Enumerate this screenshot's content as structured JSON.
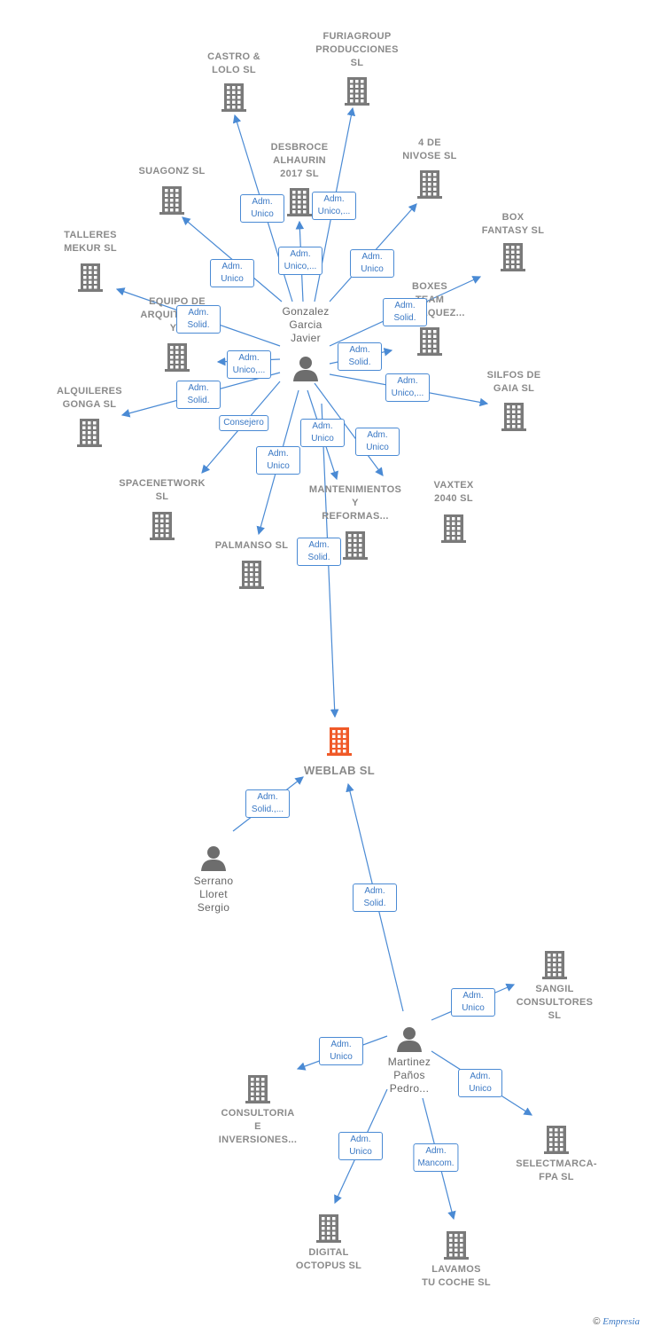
{
  "main_company": {
    "name": "WEBLAB  SL",
    "color": "#f05a28"
  },
  "people": [
    {
      "id": "gonzalez",
      "name": "Gonzalez\nGarcia\nJavier"
    },
    {
      "id": "serrano",
      "name": "Serrano\nLloret\nSergio"
    },
    {
      "id": "martinez",
      "name": "Martinez\nPaños\nPedro..."
    }
  ],
  "companies": [
    {
      "id": "castro",
      "name": "CASTRO &\nLOLO SL"
    },
    {
      "id": "furia",
      "name": "FURIAGROUP\nPRODUCCIONES\nSL"
    },
    {
      "id": "desbroce",
      "name": "DESBROCE\nALHAURIN\n2017  SL"
    },
    {
      "id": "nivose",
      "name": "4 DE\nNIVOSE SL"
    },
    {
      "id": "suagonz",
      "name": "SUAGONZ  SL"
    },
    {
      "id": "boxfantasy",
      "name": "BOX\nFANTASY  SL"
    },
    {
      "id": "talleres",
      "name": "TALLERES\nMEKUR  SL"
    },
    {
      "id": "boxes",
      "name": "BOXES\nTEAM\nVELAZQUEZ..."
    },
    {
      "id": "equipo",
      "name": "EQUIPO DE\nARQUITECTOS\nY..."
    },
    {
      "id": "silfos",
      "name": "SILFOS DE\nGAIA  SL"
    },
    {
      "id": "alquileres",
      "name": "ALQUILERES\nGONGA  SL"
    },
    {
      "id": "spacenet",
      "name": "SPACENETWORK\nSL"
    },
    {
      "id": "mant",
      "name": "MANTENIMIENTOS\nY\nREFORMAS..."
    },
    {
      "id": "vaxtex",
      "name": "VAXTEX\n2040 SL"
    },
    {
      "id": "palmanso",
      "name": "PALMANSO SL"
    },
    {
      "id": "sangil",
      "name": "SANGIL\nCONSULTORES\nSL"
    },
    {
      "id": "consultoria",
      "name": "CONSULTORIA\nE\nINVERSIONES..."
    },
    {
      "id": "selectmarca",
      "name": "SELECTMARCA-\nFPA  SL"
    },
    {
      "id": "digital",
      "name": "DIGITAL\nOCTOPUS  SL"
    },
    {
      "id": "lavamos",
      "name": "LAVAMOS\nTU COCHE  SL"
    }
  ],
  "edges": [
    {
      "label": "Adm.\nUnico"
    },
    {
      "label": "Adm.\nUnico,..."
    },
    {
      "label": "Adm.\nUnico,..."
    },
    {
      "label": "Adm.\nUnico"
    },
    {
      "label": "Adm.\nUnico"
    },
    {
      "label": "Adm.\nSolid."
    },
    {
      "label": "Adm.\nSolid."
    },
    {
      "label": "Adm.\nSolid."
    },
    {
      "label": "Adm.\nUnico,..."
    },
    {
      "label": "Adm.\nUnico,..."
    },
    {
      "label": "Adm.\nSolid."
    },
    {
      "label": "Consejero"
    },
    {
      "label": "Adm.\nUnico"
    },
    {
      "label": "Adm.\nUnico"
    },
    {
      "label": "Adm.\nUnico"
    },
    {
      "label": "Adm.\nSolid."
    },
    {
      "label": "Adm.\nSolid.,..."
    },
    {
      "label": "Adm.\nSolid."
    },
    {
      "label": "Adm.\nUnico"
    },
    {
      "label": "Adm.\nUnico"
    },
    {
      "label": "Adm.\nUnico"
    },
    {
      "label": "Adm.\nUnico"
    },
    {
      "label": "Adm.\nMancom."
    }
  ],
  "footer": {
    "copyright": "©",
    "brand": "Empresia"
  }
}
